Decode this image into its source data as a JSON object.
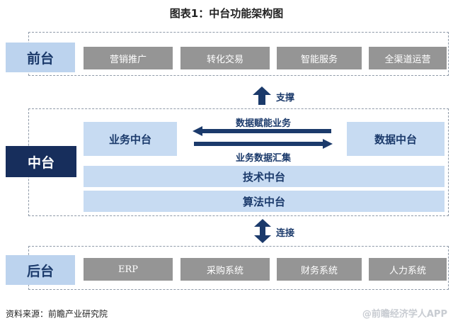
{
  "title": "图表1：中台功能架构图",
  "front": {
    "label": "前台",
    "items": [
      "营销推广",
      "转化交易",
      "智能服务",
      "全渠道运营"
    ]
  },
  "support_label": "支撑",
  "middle": {
    "label": "中台",
    "business": "业务中台",
    "data": "数据中台",
    "arrow_top": "数据赋能业务",
    "arrow_bottom": "业务数据汇集",
    "tech": "技术中台",
    "algo": "算法中台"
  },
  "connect_label": "连接",
  "back": {
    "label": "后台",
    "items": [
      "ERP",
      "采购系统",
      "财务系统",
      "人力系统"
    ]
  },
  "source": "资料来源：前瞻产业研究院",
  "watermark": "@前瞻经济学人APP",
  "colors": {
    "tier_light": "#bcd3ee",
    "tier_dark": "#172e5c",
    "gray_box": "#959595",
    "blue_box": "#c7dbf2",
    "arrow": "#1b3a6b"
  }
}
